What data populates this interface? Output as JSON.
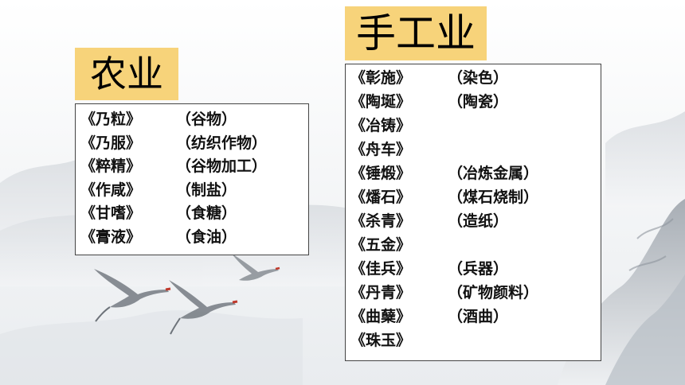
{
  "agriculture": {
    "title": "农业",
    "items": [
      {
        "book": "《乃粒》",
        "note": "（谷物）"
      },
      {
        "book": "《乃服》",
        "note": "（纺织作物）"
      },
      {
        "book": "《粹精》",
        "note": "（谷物加工）"
      },
      {
        "book": "《作咸》",
        "note": "（制盐）"
      },
      {
        "book": "《甘嗜》",
        "note": "（食糖）"
      },
      {
        "book": "《膏液》",
        "note": "（食油）"
      }
    ]
  },
  "handicraft": {
    "title": "手工业",
    "items": [
      {
        "book": "《彰施》",
        "note": "（染色）"
      },
      {
        "book": "《陶埏》",
        "note": "（陶瓷）"
      },
      {
        "book": "《冶铸》",
        "note": ""
      },
      {
        "book": "《舟车》",
        "note": ""
      },
      {
        "book": "《锤煅》",
        "note": "（冶炼金属）"
      },
      {
        "book": "《燔石》",
        "note": "（煤石烧制）"
      },
      {
        "book": "《杀青》",
        "note": "（造纸）"
      },
      {
        "book": "《五金》",
        "note": ""
      },
      {
        "book": "《佳兵》",
        "note": "（兵器）"
      },
      {
        "book": "《丹青》",
        "note": "（矿物颜料）"
      },
      {
        "book": "《曲蘖》",
        "note": "（酒曲）"
      },
      {
        "book": "《珠玉》",
        "note": ""
      }
    ]
  },
  "colors": {
    "title_bg": "#f7d37a",
    "box_border": "#444444",
    "text": "#111111"
  }
}
